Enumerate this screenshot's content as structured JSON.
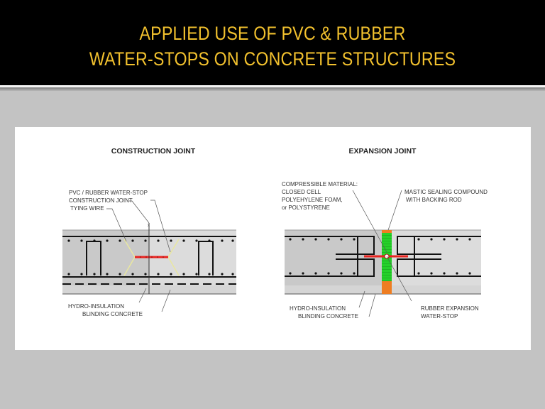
{
  "slide": {
    "title_line1": "APPLIED USE OF PVC & RUBBER",
    "title_line2": "WATER-STOPS ON CONCRETE STRUCTURES",
    "colors": {
      "title": "#f2c12e",
      "header_bg": "#000000",
      "slide_bg": "#c3c3c3",
      "waterstop_red": "#e8231f",
      "compressible_green": "#25d12a",
      "mastic_orange": "#ee7d22",
      "tying_wire_yellow": "#e9e7a0"
    }
  },
  "construction_joint": {
    "title": "CONSTRUCTION JOINT",
    "labels": {
      "waterstop": "PVC / RUBBER WATER-STOP",
      "joint": "CONSTRUCTION JOINT",
      "tying_wire": "TYING WIRE",
      "hydro": "HYDRO-INSULATION",
      "blinding": "BLINDING CONCRETE"
    }
  },
  "expansion_joint": {
    "title": "EXPANSION JOINT",
    "labels": {
      "compressible_1": "COMPRESSIBLE MATERIAL:",
      "compressible_2": "CLOSED CELL",
      "compressible_3": "POLYEHYLENE FOAM,",
      "compressible_4": "or POLYSTYRENE",
      "mastic_1": "MASTIC SEALING COMPOUND",
      "mastic_2": "WITH BACKING ROD",
      "hydro": "HYDRO-INSULATION",
      "blinding": "BLINDING CONCRETE",
      "rubber_1": "RUBBER EXPANSION",
      "rubber_2": "WATER-STOP"
    }
  }
}
